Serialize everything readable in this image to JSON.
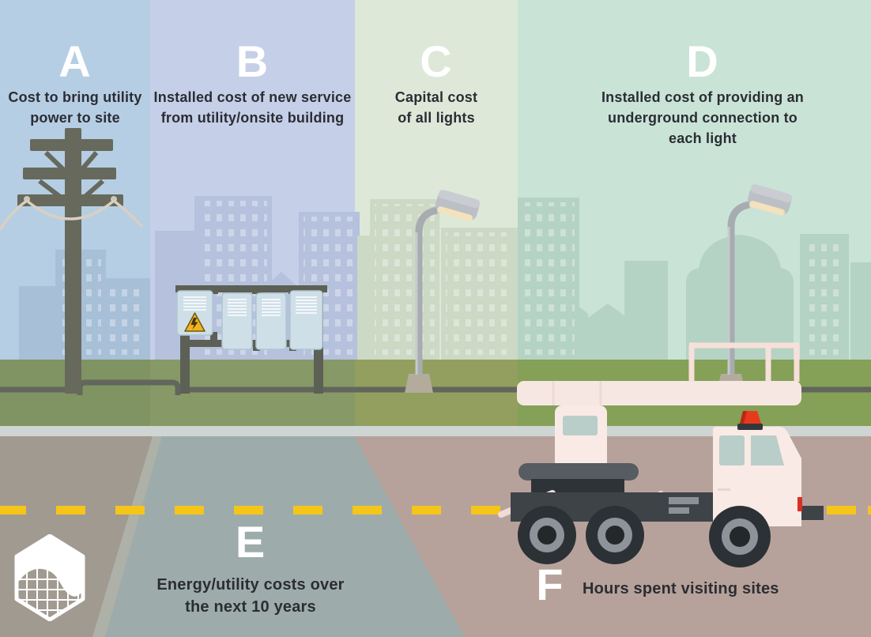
{
  "sections": {
    "a": {
      "letter": "A",
      "description": "Cost to bring utility\npower to site"
    },
    "b": {
      "letter": "B",
      "description": "Installed cost of new service\nfrom utility/onsite building"
    },
    "c": {
      "letter": "C",
      "description": "Capital cost\nof all lights"
    },
    "d": {
      "letter": "D",
      "description": "Installed cost of providing an\nunderground connection to\neach light"
    },
    "e": {
      "letter": "E",
      "description": "Energy/utility costs over\nthe next 10 years"
    },
    "f": {
      "letter": "F",
      "description": "Hours spent visiting sites"
    }
  },
  "palette": {
    "column_a": "#b5cee4",
    "column_b": "#c5cfe8",
    "column_c": "#dde8d9",
    "column_d": "#c9e4d7",
    "grass_a": "#7f9462",
    "grass_b": "#879966",
    "grass_c": "#939f5e",
    "grass_d": "#85a057",
    "curb": "#cfd5d3",
    "road": "#b7a29b",
    "road_corner": "#a19a91",
    "energy_wedge": "#9dacab",
    "lane_marking_yellow": "#f5c519",
    "heading_letter": "#ffffff",
    "body_text": "#2b2d33",
    "warning_yellow": "#f2b31c",
    "beacon_red": "#e8391d"
  },
  "icons": {
    "logo": "hexagon-wave-logo",
    "warning": "warning-triangle-icon",
    "beacon": "beacon-light-icon"
  }
}
